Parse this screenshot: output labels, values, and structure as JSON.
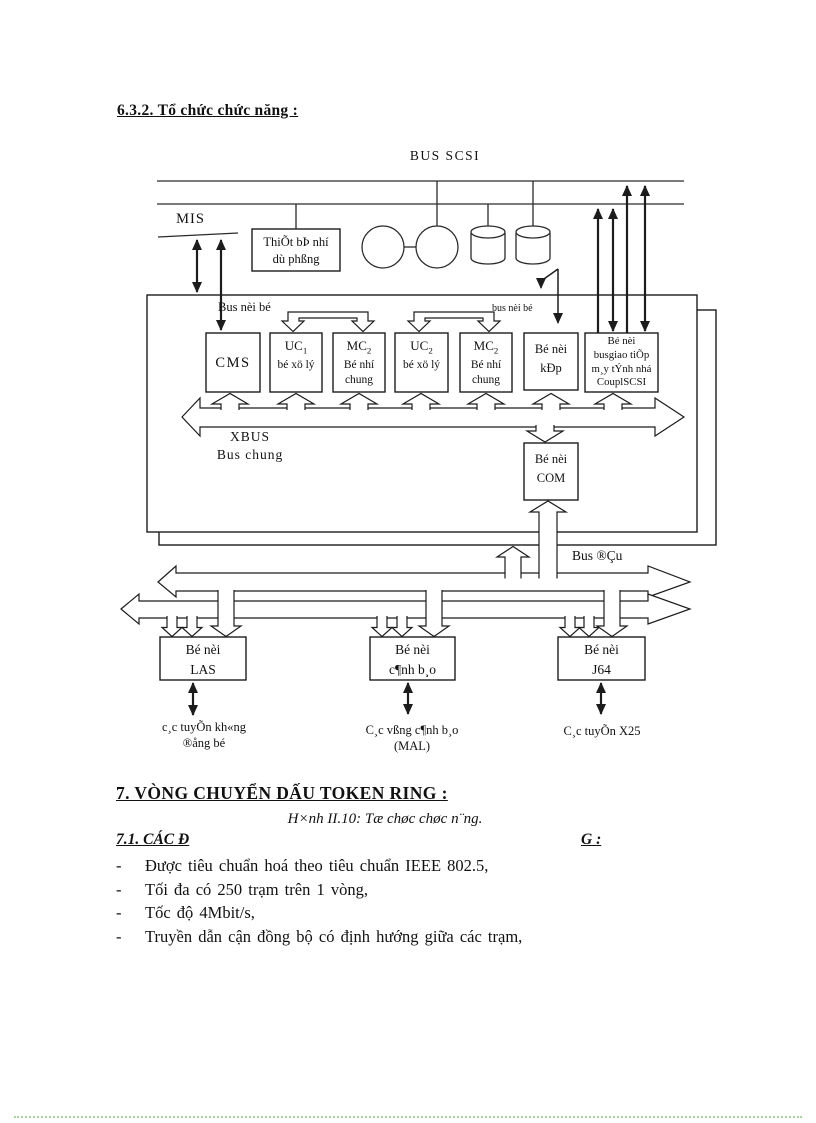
{
  "doc": {
    "section_heading": "6.3.2. Tổ chức chức năng :",
    "figure_caption": "H×nh II.10: Tæ chøc chøc n¨ng.",
    "heading7": "7. VÒNG CHUYỂN DẤU TOKEN RING :",
    "heading71_left": "7.1. CÁC Đ",
    "heading71_right": "G :",
    "bullet_dash": "-",
    "bullets": [
      "Được tiêu chuẩn hoá theo tiêu chuẩn IEEE 802.5,",
      "Tối đa có 250 trạm trên 1 vòng,",
      "Tốc độ 4Mbit/s,",
      "Truyền dẫn cận đồng bộ có định hướng giữa các trạm,"
    ]
  },
  "diagram": {
    "bus_scsi_label": "BUS SCSI",
    "mis_label": "MIS",
    "backup_device": {
      "line1": "ThiÕt bÞ nhí",
      "line2": "dù phßng"
    },
    "bus_noi_bo_label": "Bus nèi bé",
    "bus_noi_bo_small_label": "bus nèi bé",
    "cms_label": "CMS",
    "uc1": {
      "name": "UC",
      "sub": "1",
      "desc": "bé xö lý"
    },
    "mc2a": {
      "name": "MC",
      "sub": "2",
      "desc1": "Bé nhí",
      "desc2": "chung"
    },
    "uc2": {
      "name": "UC",
      "sub": "2",
      "desc": "bé xö lý"
    },
    "mc2b": {
      "name": "MC",
      "sub": "2",
      "desc1": "Bé nhí",
      "desc2": "chung"
    },
    "kep": {
      "line1": "Bé nèi",
      "line2": "kÐp"
    },
    "busgiao": {
      "line1": "Bé nèi",
      "line2": "busgiao tiÕp",
      "line3": "m¸y tÝnh nhá",
      "line4": "CouplSCSI"
    },
    "xbus": {
      "line1": "XBUS",
      "line2": "Bus chung"
    },
    "com": {
      "line1": "Bé nèi",
      "line2": "COM"
    },
    "bus_dau_label": "Bus ®Çu",
    "las": {
      "line1": "Bé nèi",
      "line2": "LAS"
    },
    "canh_bao": {
      "line1": "Bé nèi",
      "line2": "c¶nh b¸o"
    },
    "j64": {
      "line1": "Bé nèi",
      "line2": "J64"
    },
    "cap_las": {
      "line1": "c¸c tuyÕn kh«ng",
      "line2": "®ång bé"
    },
    "cap_mal": {
      "line1": "C¸c vßng c¶nh b¸o",
      "line2": "(MAL)"
    },
    "cap_x25": "C¸c tuyÕn X25"
  }
}
